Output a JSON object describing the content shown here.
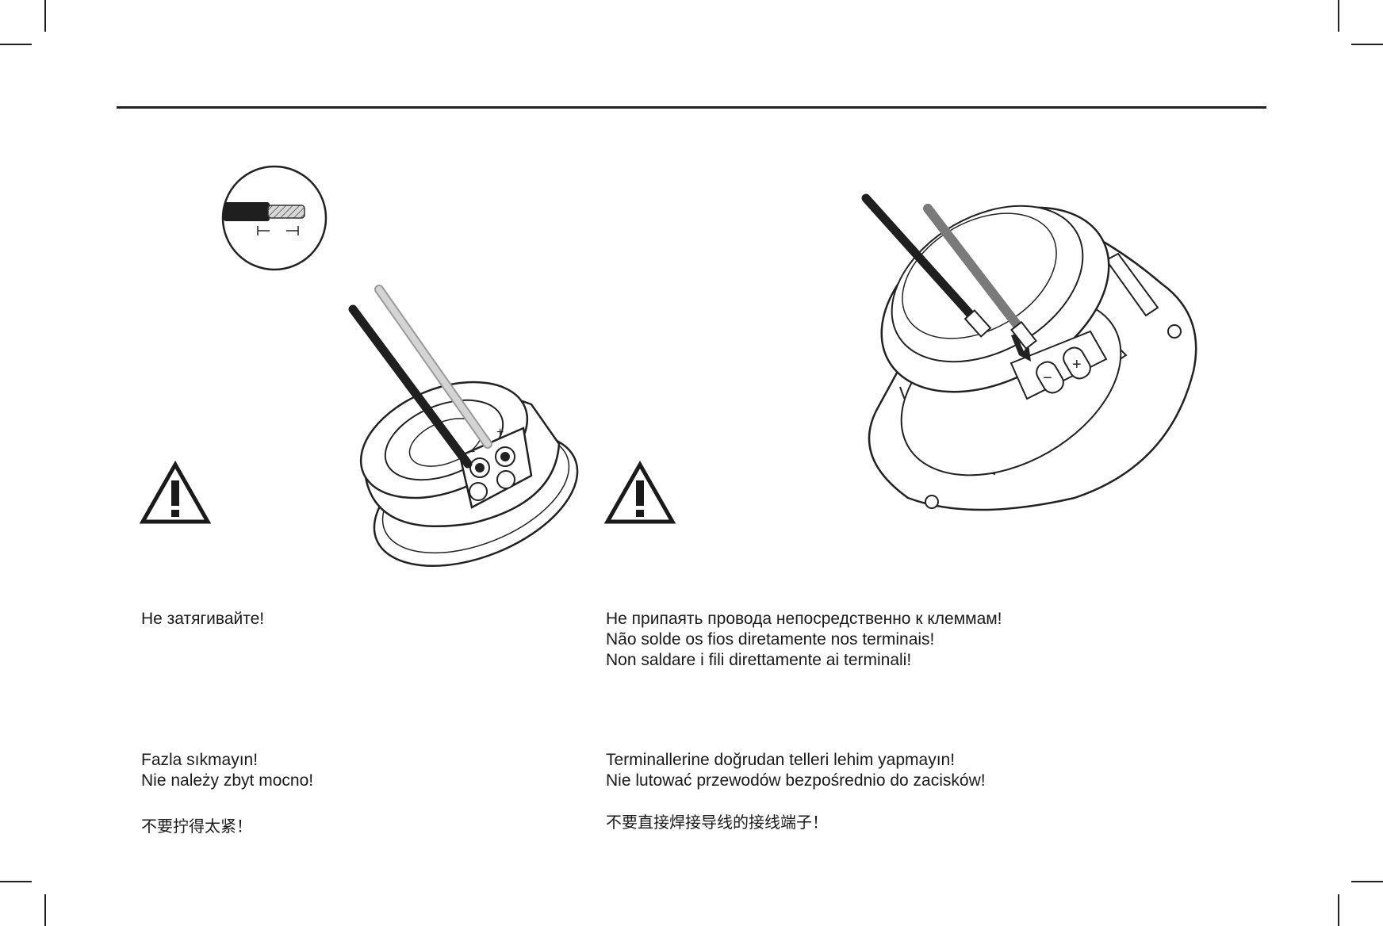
{
  "left_column": {
    "warning_icon": "warning-triangle-icon",
    "caption_ru": "Не затягивайте!",
    "caption_tr": "Fazla sıkmayın!",
    "caption_pl": "Nie należy zbyt mocno!",
    "caption_zh": "不要拧得太紧！"
  },
  "right_column": {
    "warning_icon": "warning-triangle-icon",
    "caption_ru": "Не припаять провода непосредственно к клеммам!",
    "caption_pt": "Não solde os fios diretamente nos terminais!",
    "caption_it": "Non saldare i fili direttamente ai terminali!",
    "caption_tr": "Terminallerine doğrudan telleri lehim yapmayın!",
    "caption_pl": "Nie lutować przewodów bezpośrednio do zacisków!",
    "caption_zh": "不要直接焊接导线的接线端子！"
  },
  "colors": {
    "ink": "#1a1a1a",
    "wire_negative": "#1f1f1f",
    "wire_positive_light": "#c8c8c8",
    "wire_positive_mid": "#7a7a7a"
  }
}
